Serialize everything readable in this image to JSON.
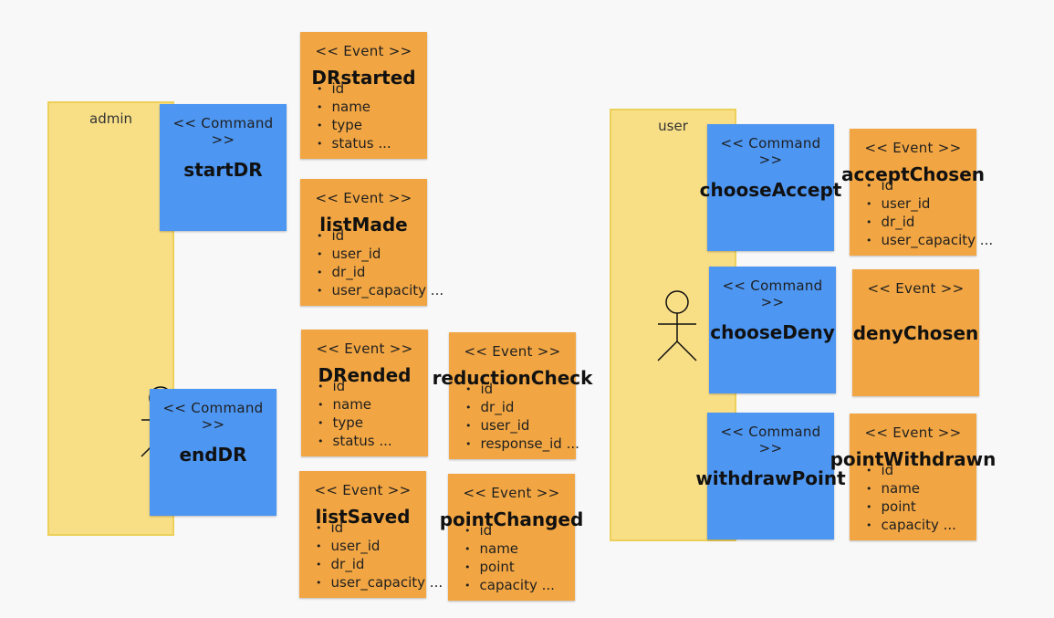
{
  "actors": [
    {
      "id": "admin",
      "label": "admin"
    },
    {
      "id": "user",
      "label": "user"
    }
  ],
  "commands": [
    {
      "id": "startDR",
      "stereotype": "<< Command >>",
      "name": "startDR"
    },
    {
      "id": "endDR",
      "stereotype": "<< Command >>",
      "name": "endDR"
    },
    {
      "id": "chooseAccept",
      "stereotype": "<< Command >>",
      "name": "chooseAccept"
    },
    {
      "id": "chooseDeny",
      "stereotype": "<< Command >>",
      "name": "chooseDeny"
    },
    {
      "id": "withdrawPoint",
      "stereotype": "<< Command >>",
      "name": "withdrawPoint"
    }
  ],
  "events": [
    {
      "id": "DRstarted",
      "stereotype": "<< Event >>",
      "name": "DRstarted",
      "attributes": [
        "id",
        "name",
        "type",
        "status ..."
      ]
    },
    {
      "id": "listMade",
      "stereotype": "<< Event >>",
      "name": "listMade",
      "attributes": [
        "id",
        "user_id",
        "dr_id",
        "user_capacity ..."
      ]
    },
    {
      "id": "DRended",
      "stereotype": "<< Event >>",
      "name": "DRended",
      "attributes": [
        "id",
        "name",
        "type",
        "status ..."
      ]
    },
    {
      "id": "reductionCheck",
      "stereotype": "<< Event >>",
      "name": "reductionCheck",
      "attributes": [
        "id",
        "dr_id",
        "user_id",
        "response_id ..."
      ]
    },
    {
      "id": "listSaved",
      "stereotype": "<< Event >>",
      "name": "listSaved",
      "attributes": [
        "id",
        "user_id",
        "dr_id",
        "user_capacity ..."
      ]
    },
    {
      "id": "pointChanged",
      "stereotype": "<< Event >>",
      "name": "pointChanged",
      "attributes": [
        "id",
        "name",
        "point",
        "capacity ..."
      ]
    },
    {
      "id": "acceptChosen",
      "stereotype": "<< Event >>",
      "name": "acceptChosen",
      "attributes": [
        "id",
        "user_id",
        "dr_id",
        "user_capacity ..."
      ]
    },
    {
      "id": "denyChosen",
      "stereotype": "<< Event >>",
      "name": "denyChosen",
      "attributes": []
    },
    {
      "id": "pointWithdrawn",
      "stereotype": "<< Event >>",
      "name": "pointWithdrawn",
      "attributes": [
        "id",
        "name",
        "point",
        "capacity ..."
      ]
    }
  ],
  "colors": {
    "command": "#4d96f2",
    "event": "#f2a643",
    "actor": "#f8df86"
  }
}
